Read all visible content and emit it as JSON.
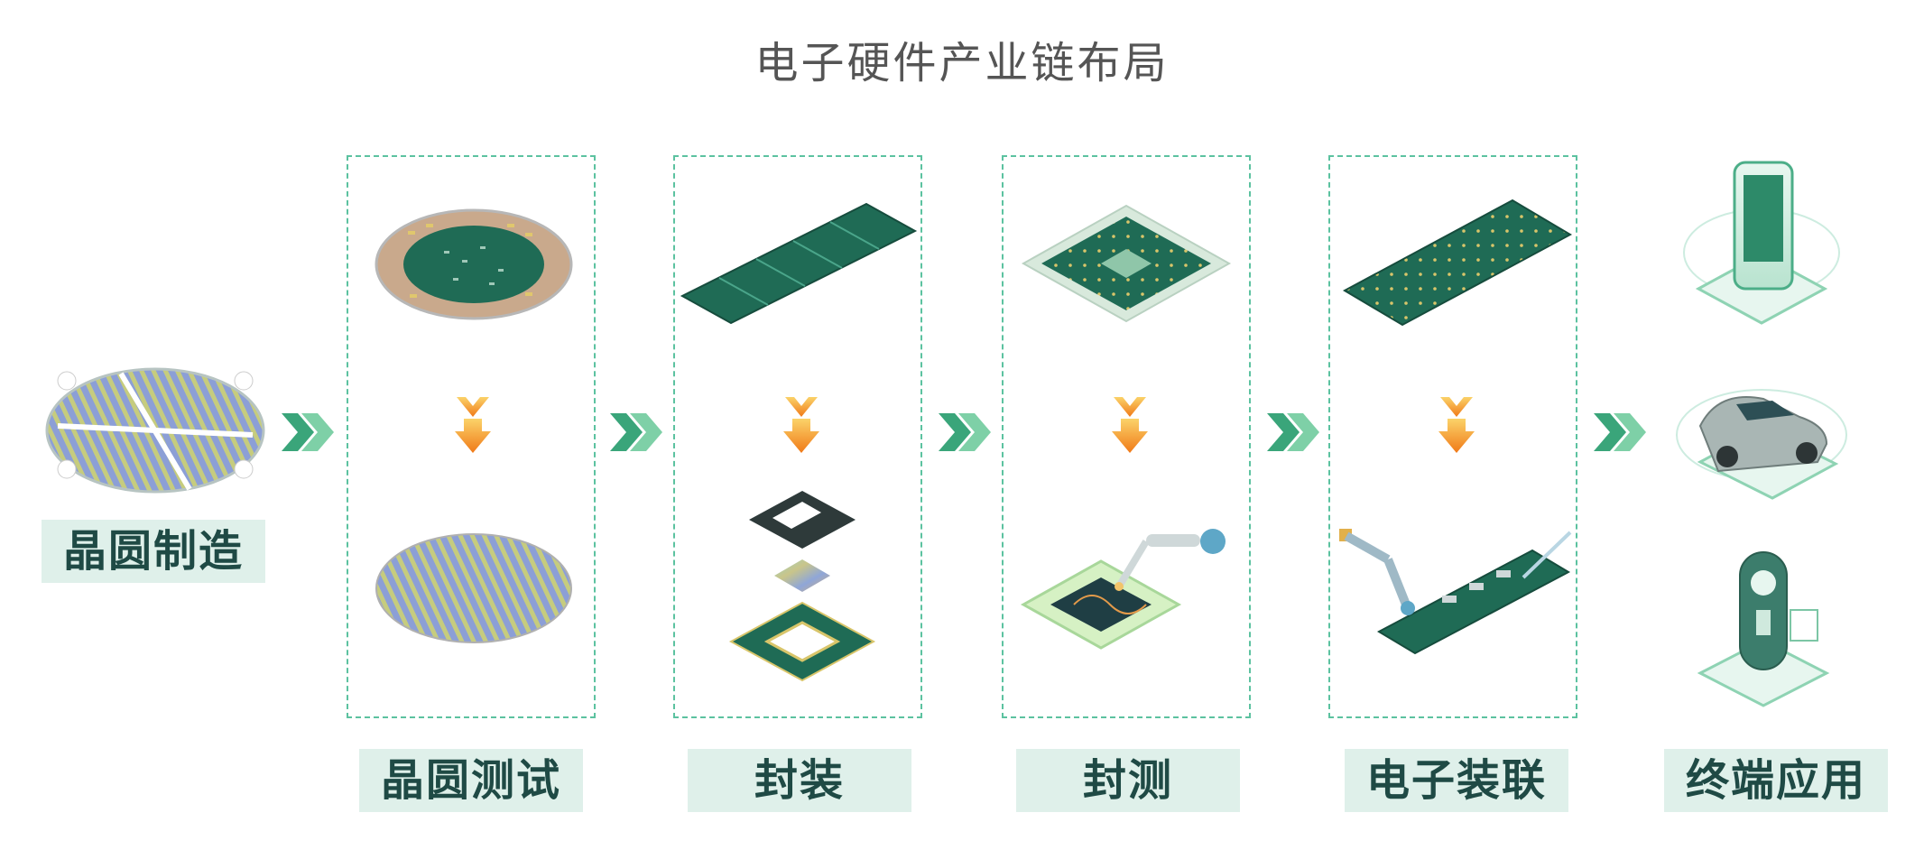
{
  "title": "电子硬件产业链布局",
  "stages": [
    {
      "label": "晶圆制造"
    },
    {
      "label": "晶圆测试"
    },
    {
      "label": "封装"
    },
    {
      "label": "封测"
    },
    {
      "label": "电子装联"
    },
    {
      "label": "终端应用"
    }
  ],
  "colors": {
    "dashed_border": "#5cc2a0",
    "label_bg": "#dff0ea",
    "label_text": "#1f4a45",
    "chevron": "#3aa57a",
    "down_arrow": "#f39a1e",
    "pcb_green": "#1f6b55"
  },
  "icons": [
    "wafer-icon",
    "chevron-right-icon",
    "down-arrow-icon",
    "pcb-icon",
    "chip-icon",
    "robot-arm-icon",
    "phone-icon",
    "car-icon",
    "smart-lock-icon"
  ]
}
